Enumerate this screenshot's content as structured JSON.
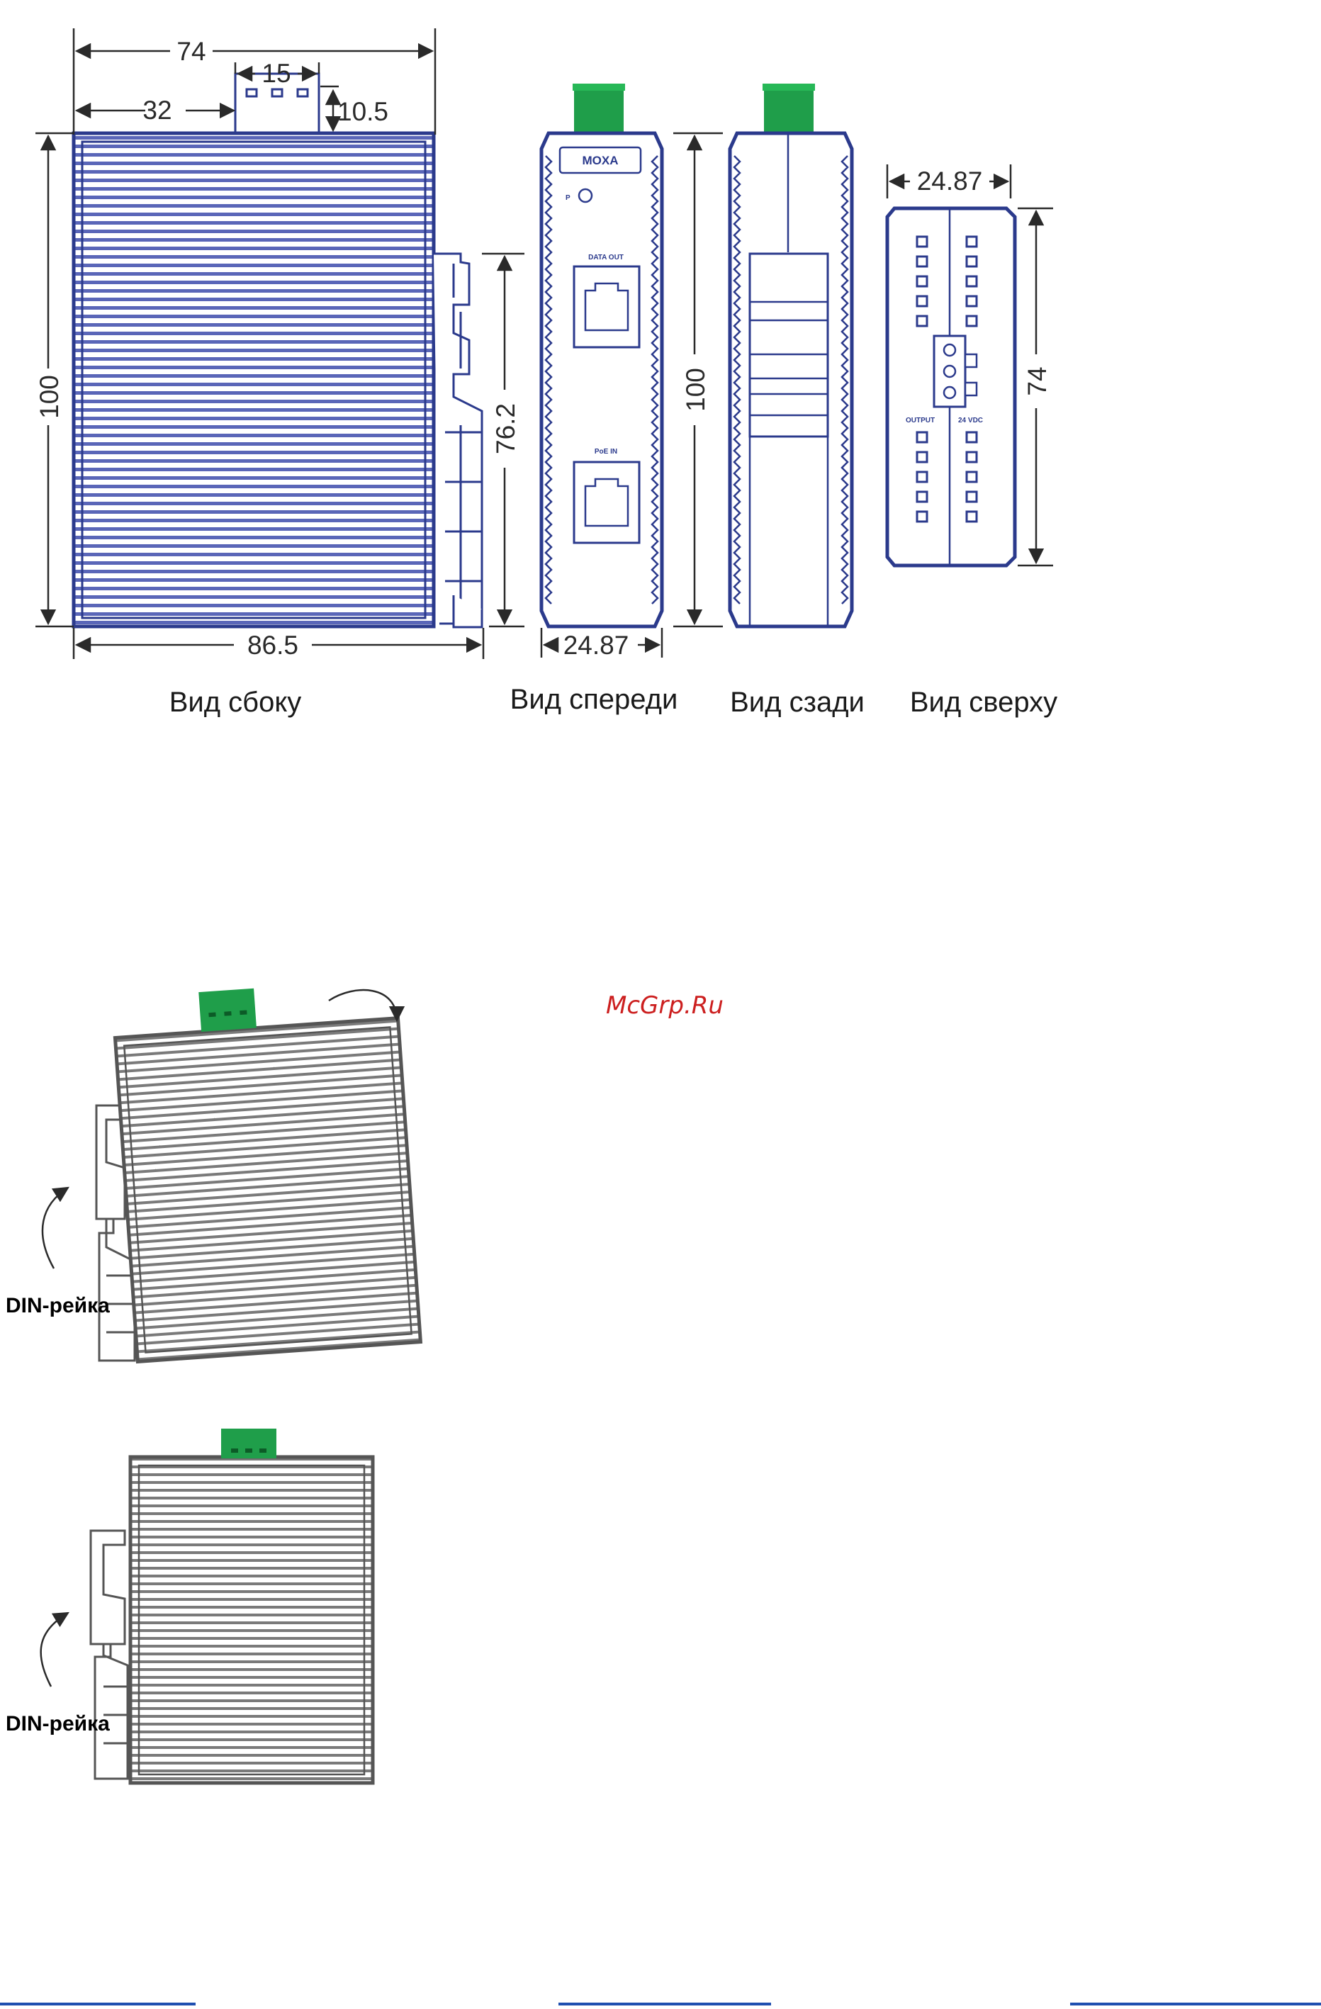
{
  "colors": {
    "outline": "#2b3a8c",
    "connector": "#1f9e4a",
    "dimension": "#2a2a2a",
    "watermark": "#cc1f1f",
    "footer_bar": "#1f4fb0"
  },
  "dimensions": {
    "width_top": "74",
    "connector_width": "15",
    "connector_offset": "32",
    "connector_height": "10.5",
    "height_side": "100",
    "rail_height": "76.2",
    "depth": "86.5",
    "front_width": "24.87",
    "rear_height": "100",
    "top_width": "24.87",
    "top_length": "74"
  },
  "views": {
    "side": "Вид сбоку",
    "front": "Вид спереди",
    "rear": "Вид сзади",
    "top": "Вид сверху"
  },
  "front_panel": {
    "logo": "MOXA",
    "led": "P",
    "port_data_out": "DATA OUT",
    "port_poe_in": "PoE IN"
  },
  "top_panel": {
    "output_label": "OUTPUT",
    "voltage_label": "24 VDC"
  },
  "watermark": "McGrp.Ru",
  "install": {
    "step1_label": "DIN-рейка",
    "step2_label": "DIN-рейка"
  }
}
